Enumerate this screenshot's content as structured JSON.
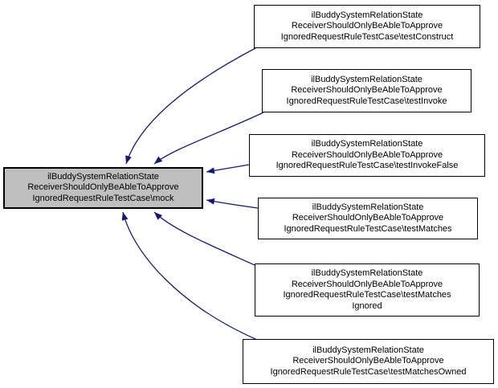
{
  "diagram": {
    "kind": "caller-graph",
    "colors": {
      "edge": "#191970",
      "selected_node_fill": "#bfbfbf",
      "node_fill": "#ffffff",
      "node_border": "#000000"
    },
    "center_node": {
      "id": "mock",
      "lines": [
        "ilBuddySystemRelationState",
        "ReceiverShouldOnlyBeAbleToApprove",
        "IgnoredRequestRuleTestCase\\mock"
      ]
    },
    "callers": [
      {
        "id": "testConstruct",
        "lines": [
          "ilBuddySystemRelationState",
          "ReceiverShouldOnlyBeAbleToApprove",
          "IgnoredRequestRuleTestCase\\testConstruct"
        ]
      },
      {
        "id": "testInvoke",
        "lines": [
          "ilBuddySystemRelationState",
          "ReceiverShouldOnlyBeAbleToApprove",
          "IgnoredRequestRuleTestCase\\testInvoke"
        ]
      },
      {
        "id": "testInvokeFalse",
        "lines": [
          "ilBuddySystemRelationState",
          "ReceiverShouldOnlyBeAbleToApprove",
          "IgnoredRequestRuleTestCase\\testInvokeFalse"
        ]
      },
      {
        "id": "testMatches",
        "lines": [
          "ilBuddySystemRelationState",
          "ReceiverShouldOnlyBeAbleToApprove",
          "IgnoredRequestRuleTestCase\\testMatches"
        ]
      },
      {
        "id": "testMatchesIgnored",
        "lines": [
          "ilBuddySystemRelationState",
          "ReceiverShouldOnlyBeAbleToApprove",
          "IgnoredRequestRuleTestCase\\testMatches",
          "Ignored"
        ]
      },
      {
        "id": "testMatchesOwned",
        "lines": [
          "ilBuddySystemRelationState",
          "ReceiverShouldOnlyBeAbleToApprove",
          "IgnoredRequestRuleTestCase\\testMatchesOwned"
        ]
      }
    ]
  }
}
